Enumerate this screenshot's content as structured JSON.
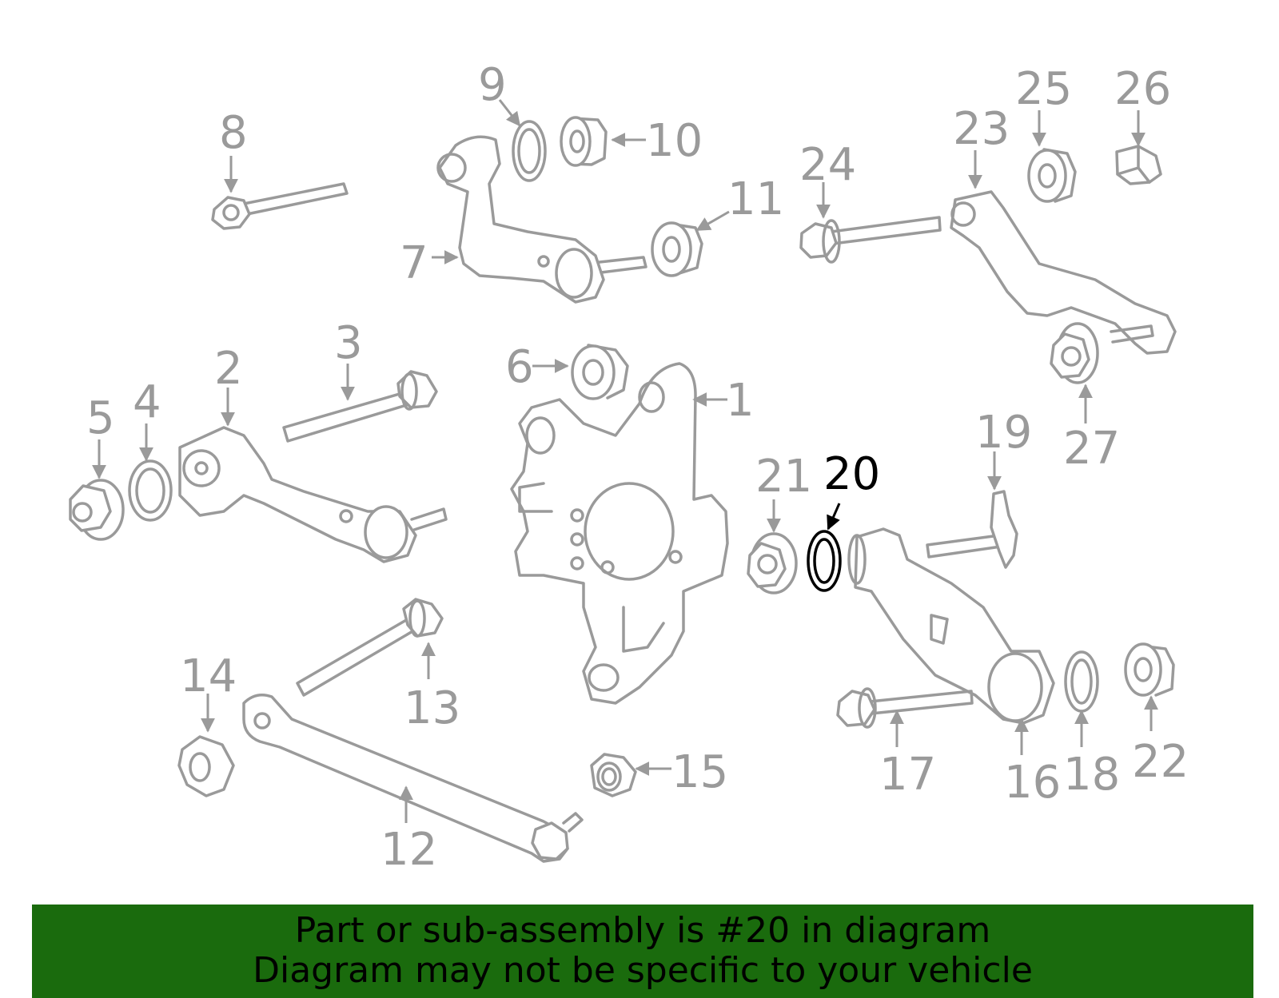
{
  "diagram": {
    "highlight_part": "20",
    "callouts": [
      "1",
      "2",
      "3",
      "4",
      "5",
      "6",
      "7",
      "8",
      "9",
      "10",
      "11",
      "12",
      "13",
      "14",
      "15",
      "16",
      "17",
      "18",
      "19",
      "20",
      "21",
      "22",
      "23",
      "24",
      "25",
      "26",
      "27"
    ]
  },
  "banner": {
    "line1": "Part or sub-assembly is #20 in diagram",
    "line2": "Diagram may not be specific to your vehicle"
  },
  "colors": {
    "part_stroke": "#9a9a9a",
    "highlight": "#000000",
    "banner_bg": "#1a6b0d",
    "banner_text": "#000000"
  }
}
